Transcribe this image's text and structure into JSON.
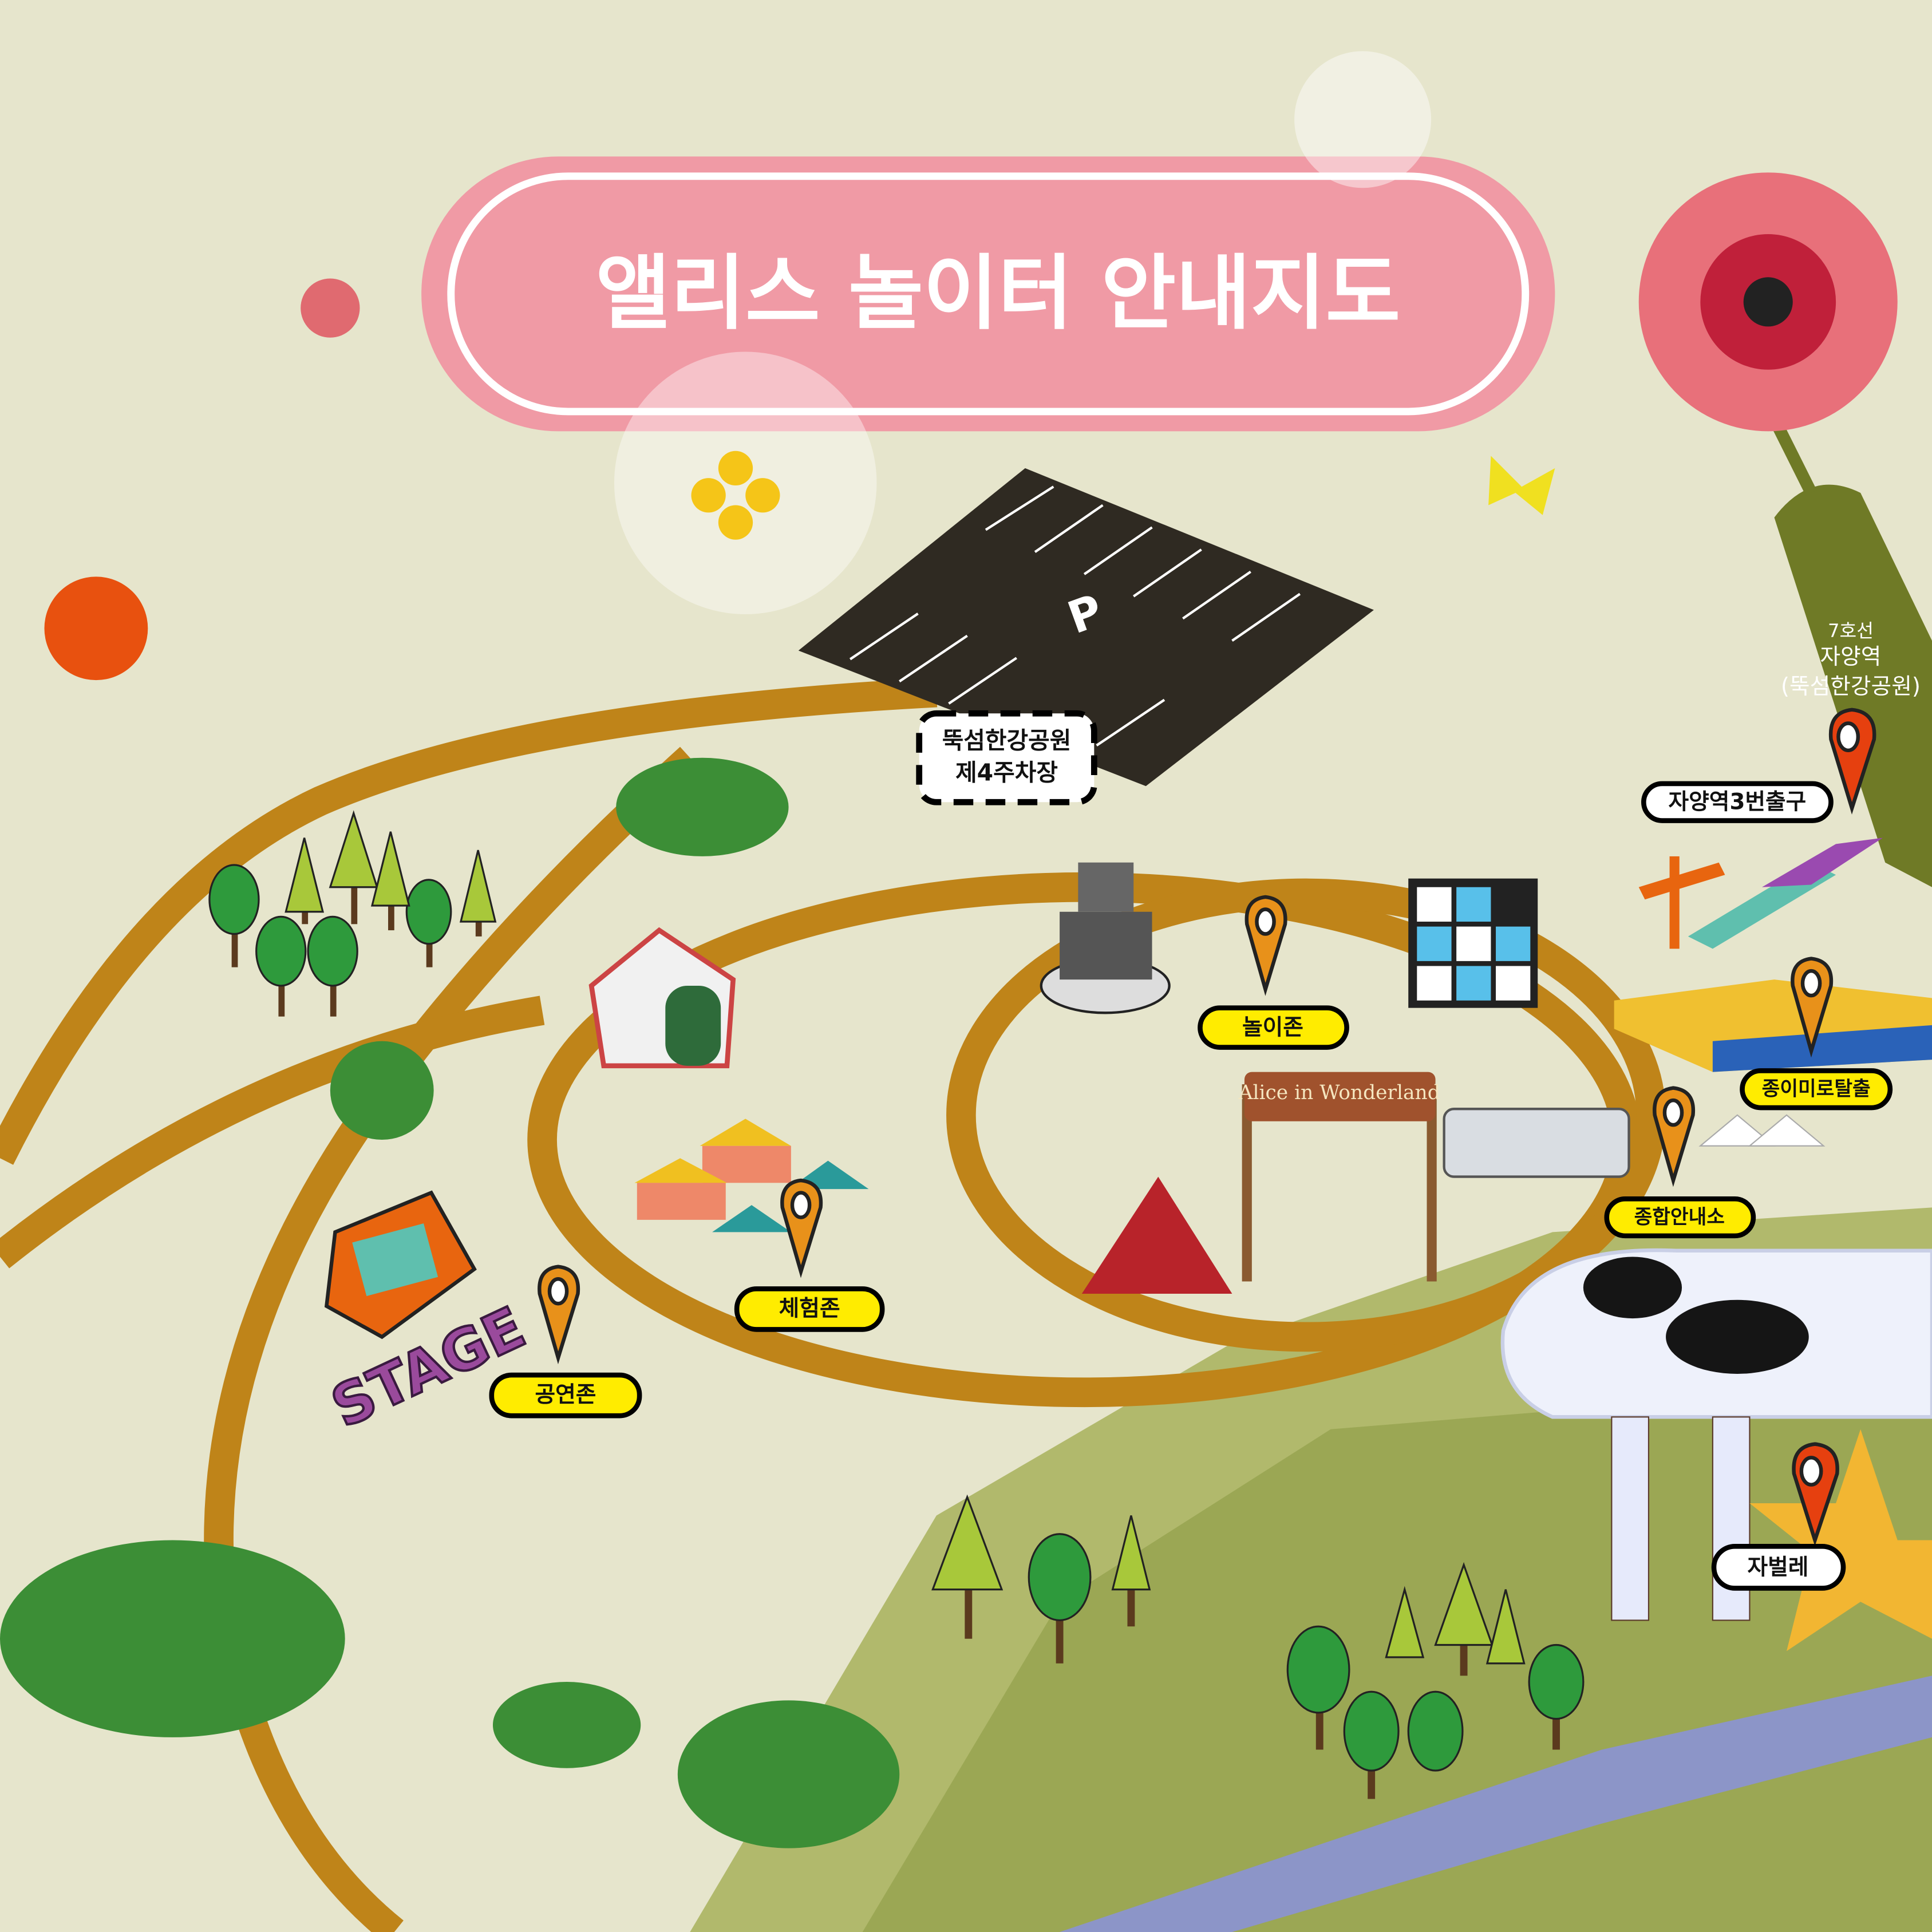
{
  "title": "앨리스 놀이터 안내지도",
  "colors": {
    "background": "#e6e5cc",
    "title_pill": "#f09aa5",
    "path": "#bf8419",
    "label_zone": "#ffec00",
    "label_white": "#ffffff",
    "pin_orange": "#e8911a",
    "pin_red": "#e6400f",
    "parking": "#2f2a22",
    "olive": "#6f7a26"
  },
  "parking": {
    "sign": "P",
    "label_line1": "뚝섬한강공원",
    "label_line2": "제4주차장"
  },
  "station": {
    "line": "7호선",
    "name": "자양역",
    "sub": "(뚝섬한강공원)",
    "exit_label": "자양역3번출구"
  },
  "zones": {
    "play": "놀이존",
    "maze": "종이미로탈출",
    "info": "종합안내소",
    "experience": "체험존",
    "performance": "공연존",
    "jabeolle": "자벌레"
  },
  "decor": {
    "stage_text": "STAGE",
    "arch_sign": "Alice in Wonderland"
  }
}
